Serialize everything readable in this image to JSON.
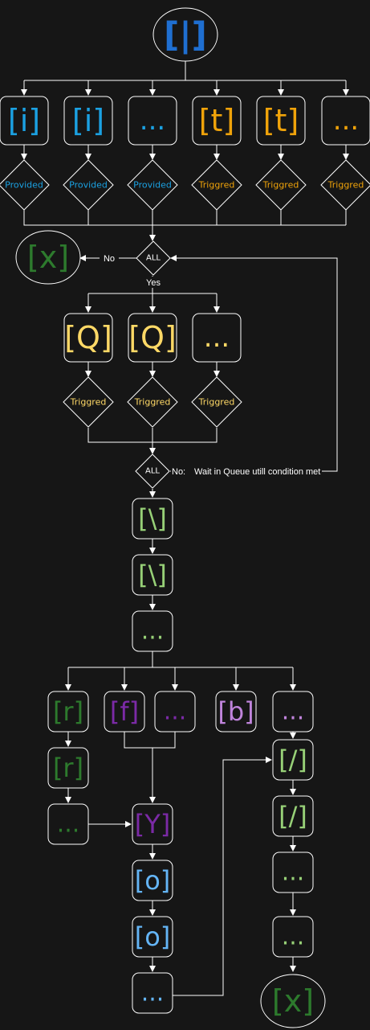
{
  "colors": {
    "blue": "#1f6fd1",
    "cyan": "#1ba1e2",
    "orange": "#f0a30a",
    "yellow": "#ffd966",
    "green": "#2d7a2d",
    "lightgreen": "#97d077",
    "purple": "#7b2aa6",
    "violet": "#c084dc",
    "skyblue": "#64b5f6",
    "white": "#ffffff"
  },
  "nodes": {
    "start": "[|]",
    "in1": "[i]",
    "in2": "[i]",
    "in3": "...",
    "tr1": "[t]",
    "tr2": "[t]",
    "tr3": "...",
    "d1": "Provided",
    "d2": "Provided",
    "d3": "Provided",
    "d4": "Triggred",
    "d5": "Triggred",
    "d6": "Triggred",
    "all1": "ALL",
    "exit1": "[x]",
    "q1": "[Q]",
    "q2": "[Q]",
    "q3": "...",
    "qd1": "Triggred",
    "qd2": "Triggred",
    "qd3": "Triggred",
    "all2": "ALL",
    "s1": "[\\]",
    "s2": "[\\]",
    "s3": "...",
    "r1": "[r]",
    "f1": "[f]",
    "f2": "...",
    "b1": "[b]",
    "e1": "...",
    "r2": "[r]",
    "r3": "...",
    "y1": "[Y]",
    "o1": "[o]",
    "o2": "[o]",
    "o3": "...",
    "sl1": "[/]",
    "sl2": "[/]",
    "sl3": "...",
    "sl4": "...",
    "exit2": "[x]"
  },
  "edge_labels": {
    "no1": "No",
    "yes": "Yes",
    "no2": "No:",
    "wait": "Wait in Queue utill condition met"
  }
}
